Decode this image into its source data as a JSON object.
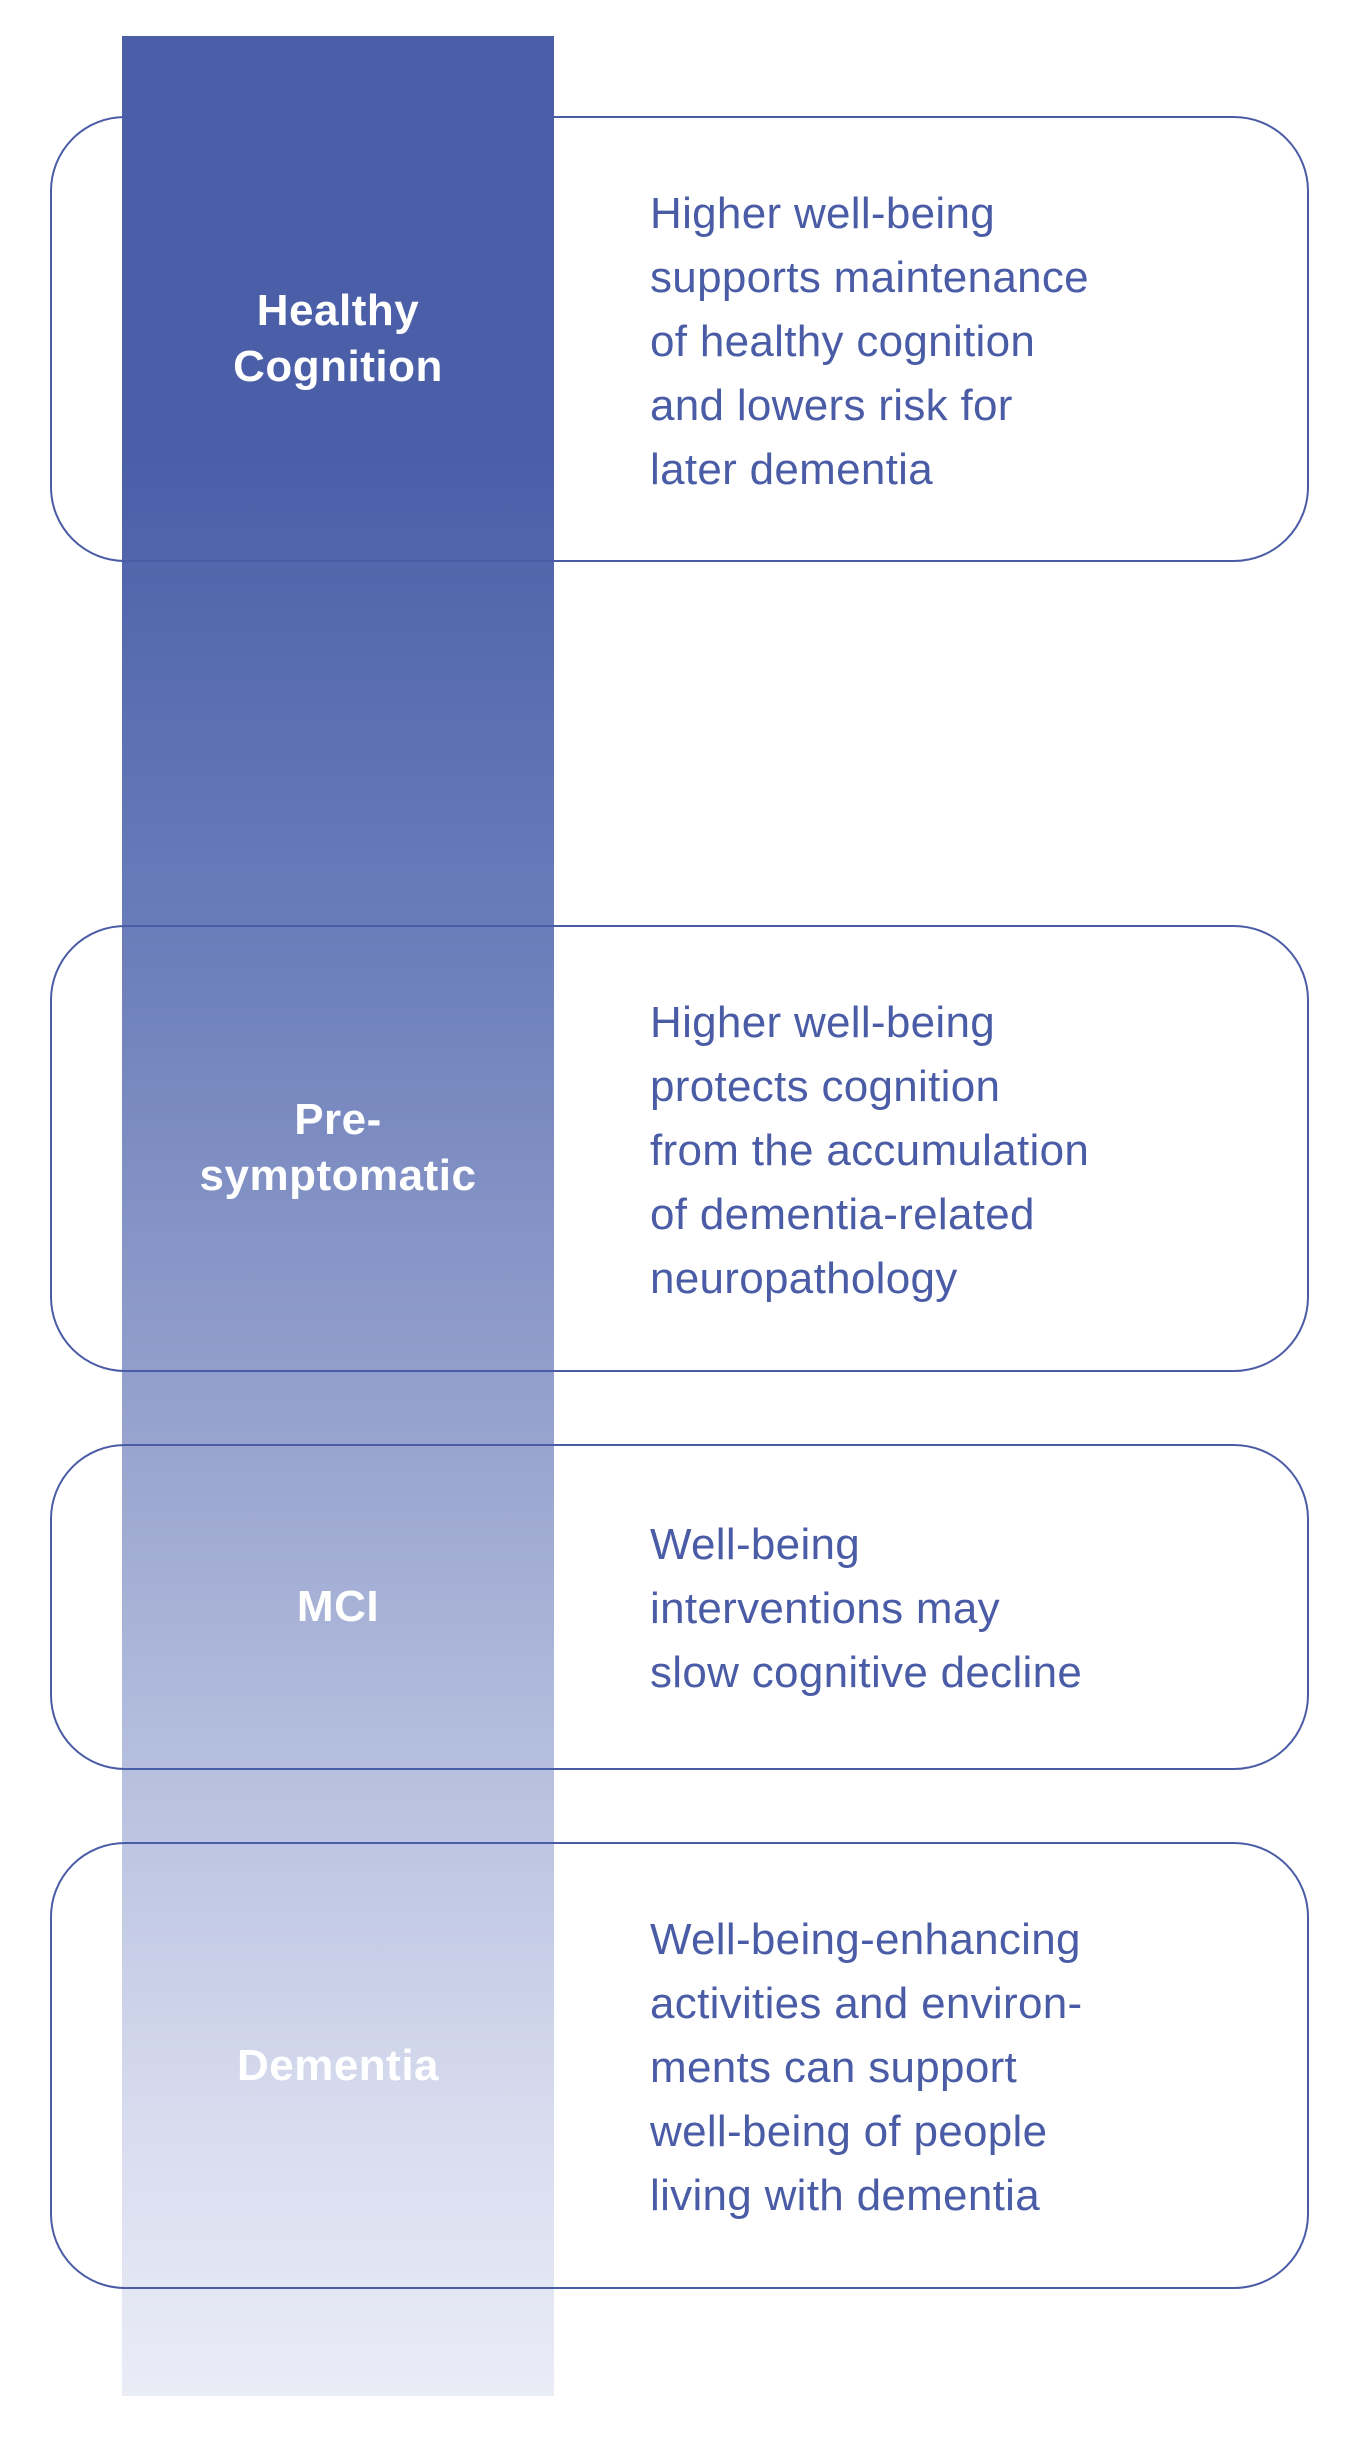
{
  "colors": {
    "bar_top": "#4a5fa8",
    "bar_bottom": "#eaecf6",
    "outline": "#4a5ca6",
    "text": "#4a5ca6",
    "label": "#ffffff"
  },
  "stages": [
    {
      "label_lines": [
        "Healthy",
        "Cognition"
      ],
      "description_lines": [
        "Higher well-being",
        "supports maintenance",
        "of healthy cognition",
        "and lowers risk for",
        "later dementia"
      ]
    },
    {
      "label_lines": [
        "Pre-",
        "symptomatic"
      ],
      "description_lines": [
        "Higher well-being",
        "protects cognition",
        "from the accumulation",
        "of dementia-related",
        "neuropathology"
      ]
    },
    {
      "label_lines": [
        "MCI"
      ],
      "description_lines": [
        "Well-being",
        "interventions may",
        "slow cognitive decline"
      ]
    },
    {
      "label_lines": [
        "Dementia"
      ],
      "description_lines": [
        "Well-being-enhancing",
        "activities and environ-",
        "ments can support",
        "well-being of people",
        "living with dementia"
      ]
    }
  ]
}
